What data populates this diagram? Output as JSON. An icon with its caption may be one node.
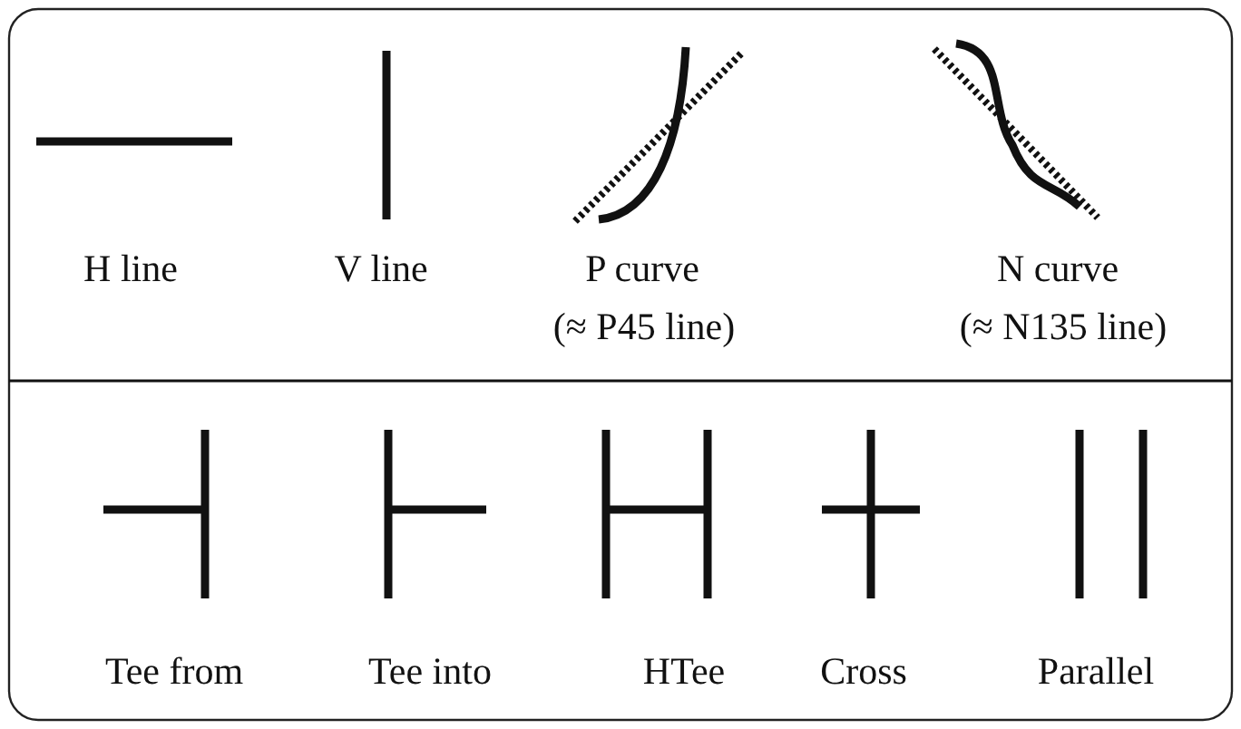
{
  "diagram": {
    "labels": [
      "H line",
      "V line",
      "P curve",
      "(≈ P45 line)",
      "N curve",
      "(≈ N135 line)",
      "Tee from",
      "Tee into",
      "HTee",
      "Cross",
      "Parallel"
    ]
  }
}
